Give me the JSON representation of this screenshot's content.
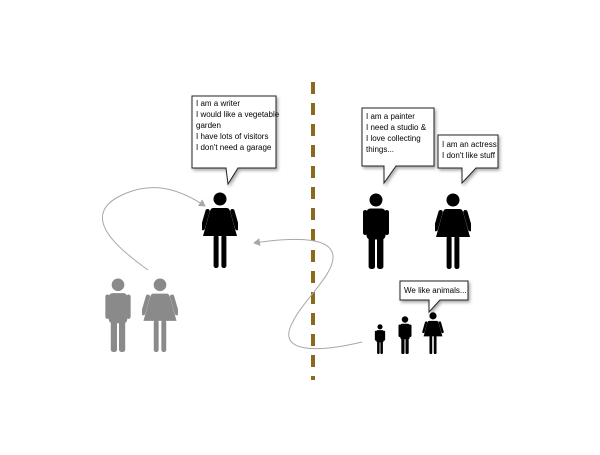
{
  "colors": {
    "divider": "#8b6a1e",
    "figure_dark": "#000000",
    "figure_faded": "#8a8a8a",
    "arrow": "#a8a8a8",
    "bubble_border": "#222222"
  },
  "bubbles": {
    "writer": [
      "I am a writer",
      "I would like a vegetable",
      "garden",
      "I have lots of visitors",
      "I don't need a garage"
    ],
    "painter": [
      "I am a painter",
      "I need a studio &",
      "I love collecting",
      "things..."
    ],
    "actress": [
      "I am an actress",
      "I don't like stuff"
    ],
    "family": [
      "We like animals..."
    ]
  },
  "icons": {
    "person_male": "man-icon",
    "person_female": "woman-icon",
    "person_child": "child-icon"
  }
}
